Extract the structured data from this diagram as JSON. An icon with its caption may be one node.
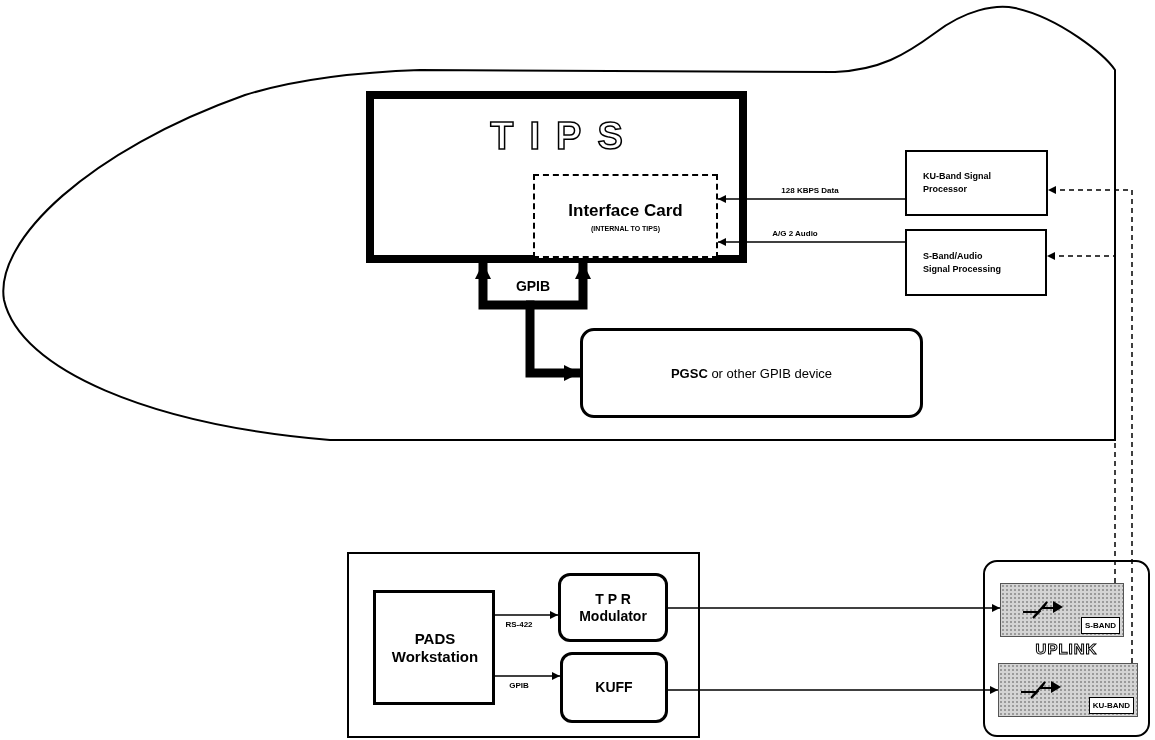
{
  "diagram": {
    "nodes": [
      {
        "text": [],
        "shape": "cloud"
      },
      {
        "text": [
          "TIPS"
        ],
        "in": 0
      },
      {
        "text": [
          "Interface Card",
          "(INTERNAL TO TIPS)"
        ],
        "in": 1
      },
      {
        "text": [
          "KU-Band Signal Processor"
        ],
        "in": 0
      },
      {
        "text": [
          "S-Band/Audio Signal Processing"
        ],
        "in": 0
      },
      {
        "text": [
          "**PGSC** or other GPIB device"
        ],
        "in": 0
      },
      {
        "text": [],
        "shape": "box"
      },
      {
        "text": [
          "PADS Workstation"
        ],
        "in": 6
      },
      {
        "text": [
          "T P R Modulator"
        ],
        "in": 6
      },
      {
        "text": [
          "KUFF"
        ],
        "in": 6
      },
      {
        "text": [
          "UPLINK"
        ]
      },
      {
        "text": [
          "S-BAND"
        ],
        "in": 10
      },
      {
        "text": [
          "KU-BAND"
        ],
        "in": 10
      }
    ],
    "edges": [
      {
        "from": 3,
        "to": 2,
        "arrow": "to",
        "label": "128 KBPS Data"
      },
      {
        "from": 4,
        "to": 2,
        "arrow": "to",
        "label": "A/G 2 Audio"
      },
      {
        "from": 5,
        "to": 1,
        "arrow": "both",
        "style": "thick"
      },
      {
        "from": null,
        "to": 1,
        "arrow": "to",
        "style": "thick"
      },
      {
        "from": 7,
        "to": 8,
        "arrow": "to",
        "label": "RS-422"
      },
      {
        "from": 7,
        "to": 9,
        "arrow": "to",
        "label": "GPIB"
      },
      {
        "from": 8,
        "to": 11,
        "arrow": "to"
      },
      {
        "from": 9,
        "to": 12,
        "arrow": "to"
      },
      {
        "from": 12,
        "to": 3,
        "arrow": "to",
        "style": "dashed"
      },
      {
        "from": 11,
        "to": 4,
        "arrow": "to",
        "style": "dashed"
      }
    ],
    "labels": [
      "GPIB"
    ]
  }
}
